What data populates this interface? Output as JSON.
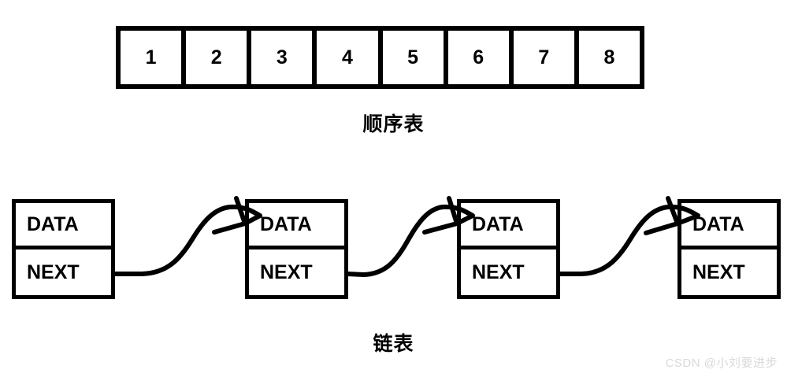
{
  "diagram": {
    "background_color": "#ffffff",
    "stroke_color": "#000000",
    "array": {
      "caption": "顺序表",
      "cells": [
        "1",
        "2",
        "3",
        "4",
        "5",
        "6",
        "7",
        "8"
      ]
    },
    "linked_list": {
      "caption": "链表",
      "node_label_data": "DATA",
      "node_label_next": "NEXT",
      "nodes": [
        {
          "data": "DATA",
          "next": "NEXT"
        },
        {
          "data": "DATA",
          "next": "NEXT"
        },
        {
          "data": "DATA",
          "next": "NEXT"
        },
        {
          "data": "DATA",
          "next": "NEXT"
        }
      ],
      "arrow_count": 3
    }
  },
  "watermark": {
    "text": "CSDN @小刘要进步",
    "color": "#d9d9d9"
  }
}
